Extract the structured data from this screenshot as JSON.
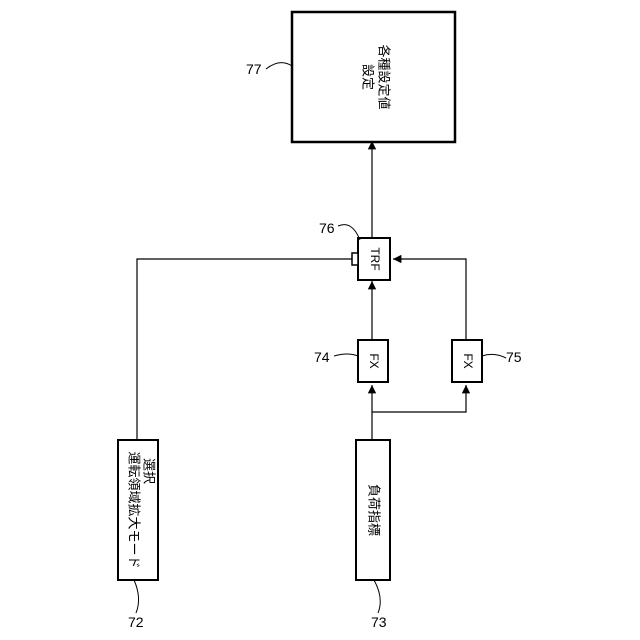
{
  "nodes": {
    "settings": {
      "ref": "77",
      "line1": "各種設定値",
      "line2": "設定"
    },
    "trf": {
      "ref": "76",
      "label": "TRF"
    },
    "fx1": {
      "ref": "74",
      "label": "FX"
    },
    "fx2": {
      "ref": "75",
      "label": "FX"
    },
    "load_index": {
      "ref": "73",
      "label": "負荷指標"
    },
    "mode_select": {
      "ref": "72",
      "line1": "運転領域拡大モード",
      "line2": "選択"
    }
  },
  "colors": {
    "stroke": "#000000",
    "background": "#ffffff"
  }
}
